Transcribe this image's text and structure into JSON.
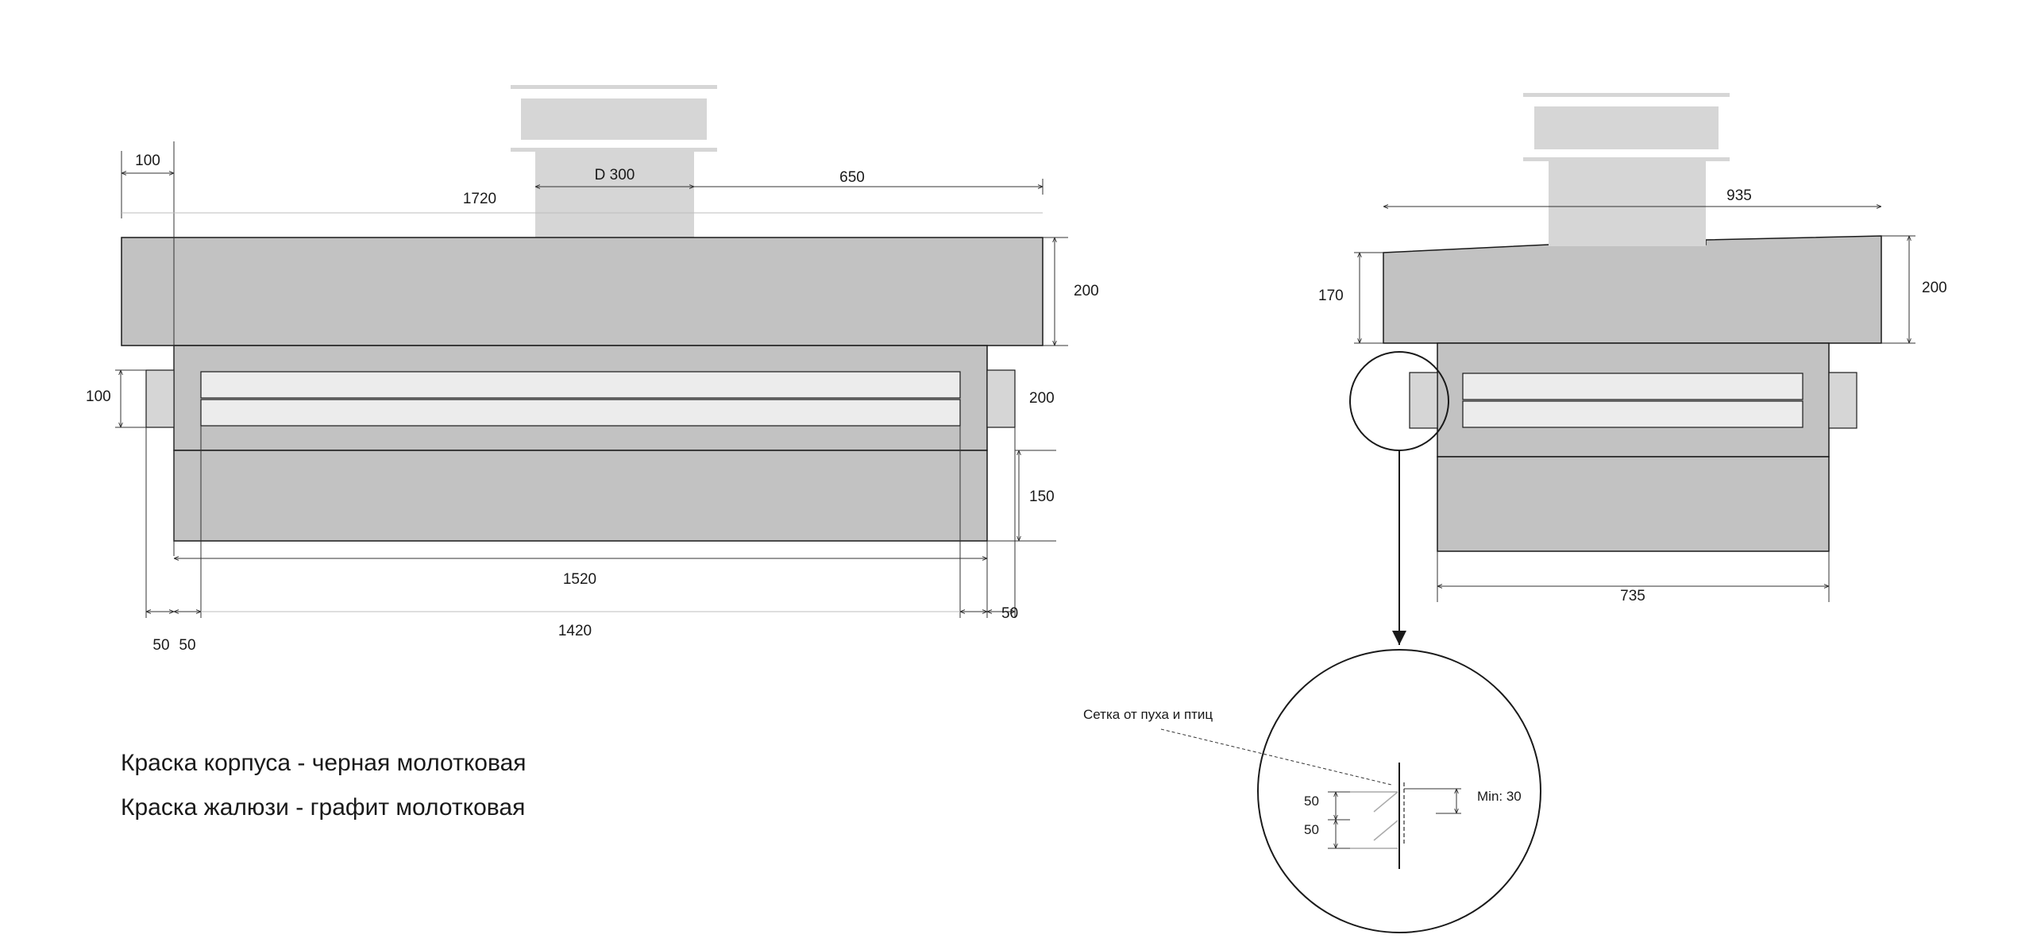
{
  "colors": {
    "body_fill": "#c2c2c2",
    "pipe_fill": "#d6d6d6",
    "slot_fill": "#ececec",
    "line": "#1a1a1a",
    "dim_line": "#333333"
  },
  "front_view": {
    "dims": {
      "top_left_offset": "100",
      "pipe_diameter": "D 300",
      "right_span": "650",
      "overall_width_label": "1720",
      "top_height": "200",
      "left_side_height": "100",
      "middle_height": "200",
      "bottom_height": "150",
      "main_width": "1520",
      "inner_width": "1420",
      "left_margin_a": "50",
      "left_margin_b": "50",
      "right_margin": "50"
    }
  },
  "side_view": {
    "dims": {
      "top_width": "935",
      "left_height": "170",
      "right_height": "200",
      "bottom_width": "735"
    }
  },
  "detail": {
    "mesh_label": "Сетка от пуха и птиц",
    "min_label": "Min: 30",
    "upper_dim": "50",
    "lower_dim": "50"
  },
  "notes": {
    "body_paint": "Краска корпуса - черная молотковая",
    "louver_paint": "Краска жалюзи - графит молотковая"
  }
}
